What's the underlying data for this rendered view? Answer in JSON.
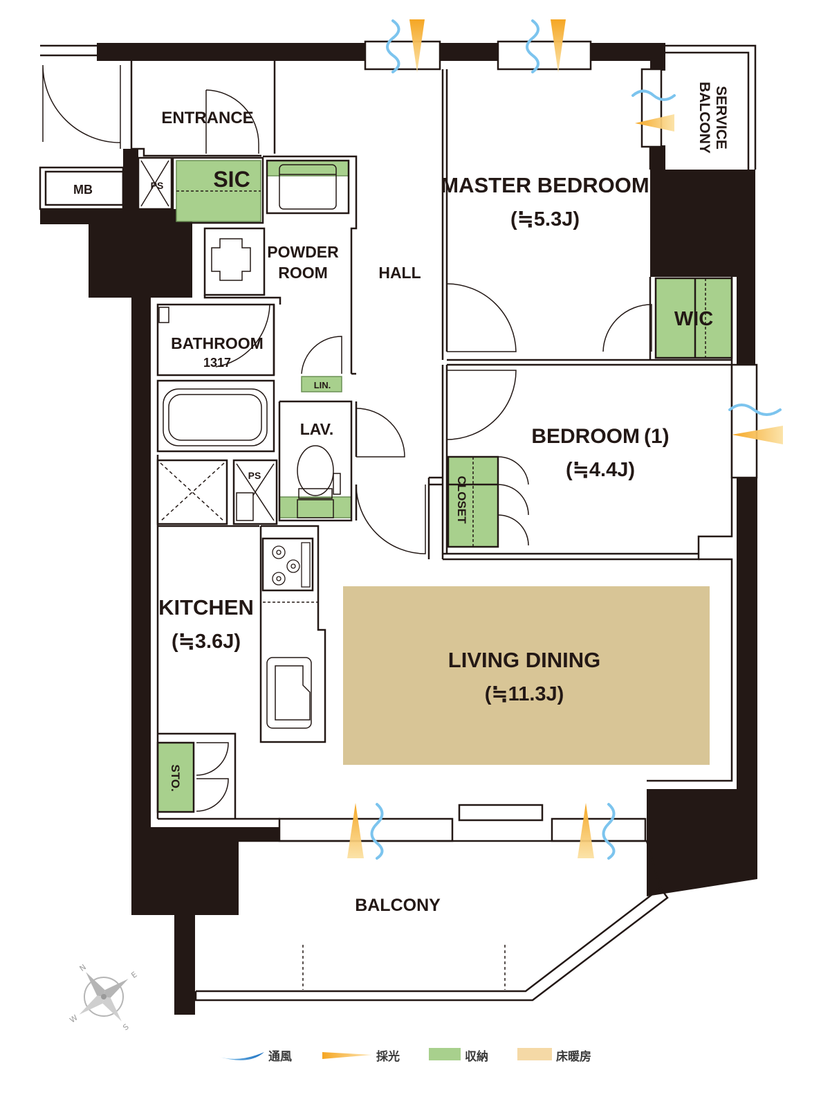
{
  "rooms": {
    "entrance": {
      "label": "ENTRANCE"
    },
    "sic": {
      "label": "SIC"
    },
    "ps_top": {
      "label": "PS"
    },
    "mb": {
      "label": "MB"
    },
    "powder_room": {
      "line1": "POWDER",
      "line2": "ROOM"
    },
    "hall": {
      "label": "HALL"
    },
    "master_bedroom": {
      "label": "MASTER BEDROOM",
      "size": "(≒5.3J)"
    },
    "service_balcony": {
      "line1": "SERVICE",
      "line2": "BALCONY"
    },
    "wic": {
      "label": "WIC"
    },
    "bathroom": {
      "label": "BATHROOM",
      "size": "1317"
    },
    "lin": {
      "label": "LIN."
    },
    "lav": {
      "label": "LAV."
    },
    "ps_mid": {
      "label": "PS"
    },
    "bedroom1": {
      "label": "BEDROOM (1)",
      "size": "(≒4.4J)"
    },
    "closet": {
      "label": "CLOSET"
    },
    "kitchen": {
      "label": "KITCHEN",
      "size": "(≒3.6J)"
    },
    "living_dining": {
      "label": "LIVING DINING",
      "size": "(≒11.3J)"
    },
    "sto": {
      "label": "STO."
    },
    "balcony": {
      "label": "BALCONY"
    }
  },
  "compass": {
    "n": "N",
    "s": "S",
    "e": "E",
    "w": "W"
  },
  "legend": [
    {
      "name": "ventilation",
      "label": "通風",
      "icon": "wind-swoosh-icon",
      "color": "#3a9ad9"
    },
    {
      "name": "daylight",
      "label": "採光",
      "icon": "light-wedge-icon",
      "color": "#f0a030"
    },
    {
      "name": "storage",
      "label": "収納",
      "icon": "green-swatch-icon",
      "color": "#a8d08d"
    },
    {
      "name": "floor-heating",
      "label": "床暖房",
      "icon": "tan-swatch-icon",
      "color": "#f5d9a6"
    }
  ],
  "colors": {
    "wall": "#231815",
    "storage": "#a8d08d",
    "floor_heating": "#d8c596",
    "wind": "#3a9ad9",
    "light": "#f0a030"
  }
}
